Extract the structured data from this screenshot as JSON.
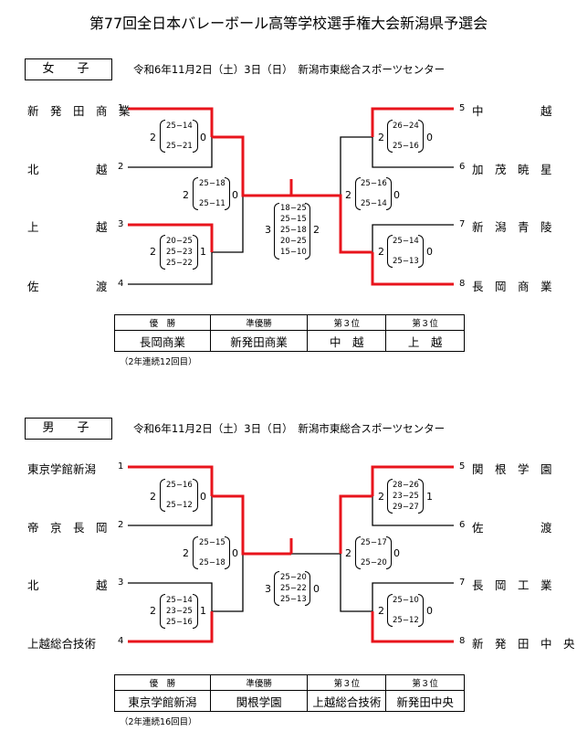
{
  "title": "第77回全日本バレーボール高等学校選手権大会新潟県予選会",
  "women": {
    "category": "女　子",
    "info": "令和6年11月2日（土）3日（日）　新潟市東総合スポーツセンター",
    "teams": [
      {
        "name": "新　発　田　商　業",
        "num": "1"
      },
      {
        "name": "北　　　　　越",
        "num": "2"
      },
      {
        "name": "上　　　　　越",
        "num": "3"
      },
      {
        "name": "佐　　　　　渡",
        "num": "4"
      },
      {
        "name": "中　　　　　越",
        "num": "5"
      },
      {
        "name": "加　茂　暁　星",
        "num": "6"
      },
      {
        "name": "新　潟　青　陵",
        "num": "7"
      },
      {
        "name": "長　岡　商　業",
        "num": "8"
      }
    ],
    "matches": {
      "m12": {
        "left": "2",
        "right": "0",
        "sets": [
          "25−14",
          "25−21"
        ]
      },
      "m34": {
        "left": "2",
        "right": "1",
        "sets": [
          "20−25",
          "25−23",
          "25−22"
        ]
      },
      "mL": {
        "left": "2",
        "right": "0",
        "sets": [
          "25−18",
          "25−11"
        ]
      },
      "m56": {
        "left": "2",
        "right": "0",
        "sets": [
          "26−24",
          "25−16"
        ]
      },
      "m78": {
        "left": "2",
        "right": "0",
        "sets": [
          "25−14",
          "25−13"
        ]
      },
      "mR": {
        "left": "2",
        "right": "0",
        "sets": [
          "25−16",
          "25−14"
        ]
      },
      "final": {
        "left": "3",
        "right": "2",
        "sets": [
          "18−25",
          "25−15",
          "25−18",
          "20−25",
          "15−10"
        ]
      }
    },
    "results": {
      "headers": [
        "優　勝",
        "準優勝",
        "第３位",
        "第３位"
      ],
      "values": [
        "長岡商業",
        "新発田商業",
        "中　越",
        "上　越"
      ]
    },
    "note": "（2年連続12回目）"
  },
  "men": {
    "category": "男　子",
    "info": "令和6年11月2日（土）3日（日）　新潟市東総合スポーツセンター",
    "teams": [
      {
        "name": "東京学館新潟",
        "num": "1"
      },
      {
        "name": "帝　京　長　岡",
        "num": "2"
      },
      {
        "name": "北　　　　　越",
        "num": "3"
      },
      {
        "name": "上越総合技術",
        "num": "4"
      },
      {
        "name": "関　根　学　園",
        "num": "5"
      },
      {
        "name": "佐　　　　　渡",
        "num": "6"
      },
      {
        "name": "長　岡　工　業",
        "num": "7"
      },
      {
        "name": "新　発　田　中　央",
        "num": "8"
      }
    ],
    "matches": {
      "m12": {
        "left": "2",
        "right": "0",
        "sets": [
          "25−16",
          "25−12"
        ]
      },
      "m34": {
        "left": "2",
        "right": "1",
        "sets": [
          "25−14",
          "23−25",
          "25−16"
        ]
      },
      "mL": {
        "left": "2",
        "right": "0",
        "sets": [
          "25−15",
          "25−18"
        ]
      },
      "m56": {
        "left": "2",
        "right": "1",
        "sets": [
          "28−26",
          "23−25",
          "29−27"
        ]
      },
      "m78": {
        "left": "2",
        "right": "0",
        "sets": [
          "25−10",
          "25−12"
        ]
      },
      "mR": {
        "left": "2",
        "right": "0",
        "sets": [
          "25−17",
          "25−20"
        ]
      },
      "final": {
        "left": "3",
        "right": "0",
        "sets": [
          "25−20",
          "25−22",
          "25−13"
        ]
      }
    },
    "results": {
      "headers": [
        "優　勝",
        "準優勝",
        "第３位",
        "第３位"
      ],
      "values": [
        "東京学館新潟",
        "関根学園",
        "上越総合技術",
        "新発田中央"
      ]
    },
    "note": "（2年連続16回目）"
  },
  "colors": {
    "winner_line": "#e8141c",
    "line": "#000000"
  }
}
